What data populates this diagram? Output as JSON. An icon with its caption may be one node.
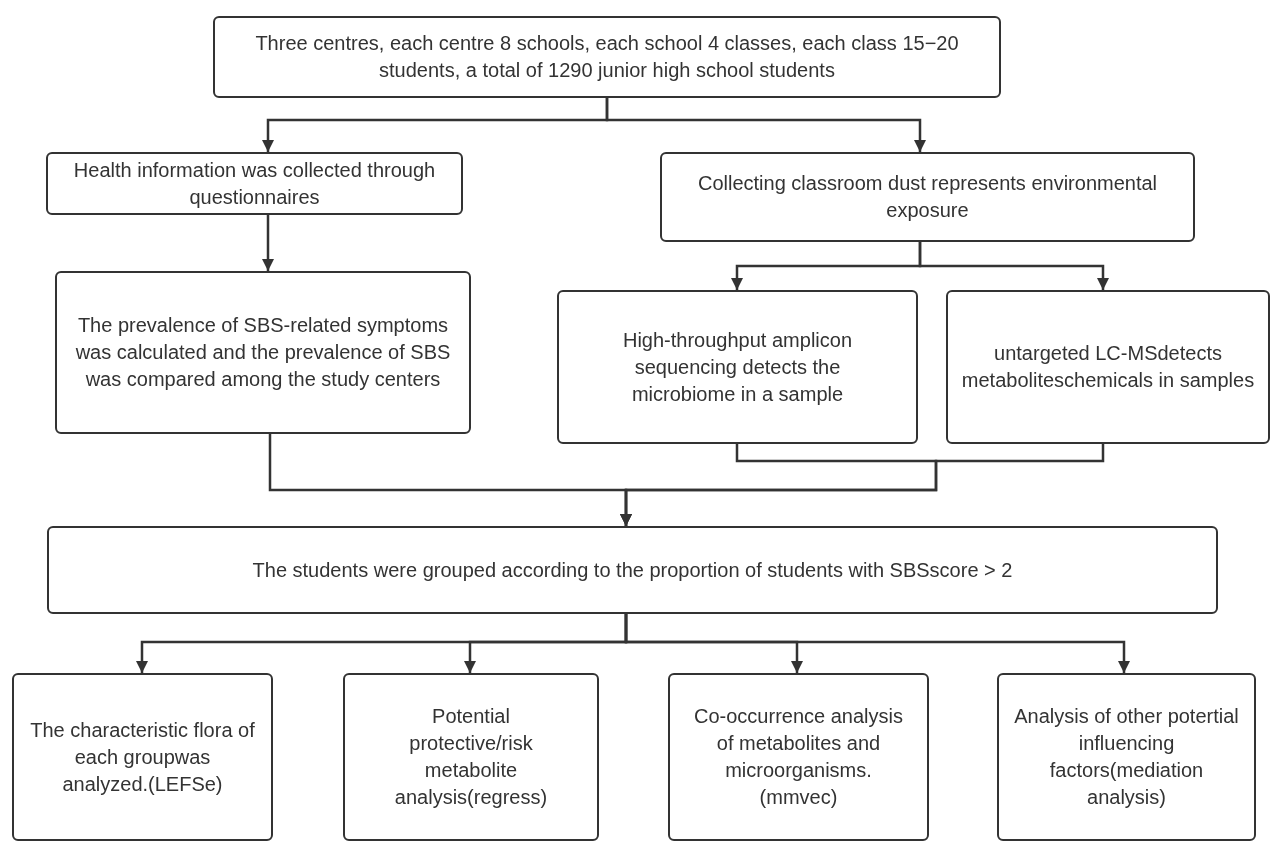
{
  "diagram": {
    "nodes": [
      {
        "text": [
          "Three centres, each centre 8 schools, each school 4 classes, each class 15−20 students, a total of 1290 junior high school students"
        ]
      },
      {
        "text": [
          "Health information was collected through questionnaires"
        ]
      },
      {
        "text": [
          "Collecting classroom dust represents environmental exposure"
        ]
      },
      {
        "text": [
          "The prevalence of SBS-related symptoms was calculated and the prevalence of SBS was compared among the study centers"
        ]
      },
      {
        "text": [
          "High-throughput amplicon sequencing detects the microbiome in a sample"
        ]
      },
      {
        "text": [
          "untargeted LC-MSdetects metaboliteschemicals in samples"
        ]
      },
      {
        "text": [
          "The students were grouped according to the proportion of students with SBSscore > 2"
        ]
      },
      {
        "text": [
          "The characteristic flora of each groupwas analyzed.(LEFSe)"
        ]
      },
      {
        "text": [
          "Potential protective/risk metabolite analysis(regress)"
        ]
      },
      {
        "text": [
          "Co-occurrence analysis of metabolites and microorganisms.(mmvec)"
        ]
      },
      {
        "text": [
          "Analysis of other potertial influencing factors(mediation analysis)"
        ]
      }
    ],
    "edges": [
      {
        "from": 0,
        "to": 1,
        "arrow": "to"
      },
      {
        "from": 0,
        "to": 2,
        "arrow": "to"
      },
      {
        "from": 1,
        "to": 3,
        "arrow": "to"
      },
      {
        "from": 2,
        "to": 4,
        "arrow": "to"
      },
      {
        "from": 2,
        "to": 5,
        "arrow": "to"
      },
      {
        "from": 3,
        "to": 6,
        "arrow": "to"
      },
      {
        "from": 4,
        "to": 6,
        "arrow": "to"
      },
      {
        "from": 5,
        "to": 6,
        "arrow": "to"
      },
      {
        "from": 6,
        "to": 7,
        "arrow": "to"
      },
      {
        "from": 6,
        "to": 8,
        "arrow": "to"
      },
      {
        "from": 6,
        "to": 9,
        "arrow": "to"
      },
      {
        "from": 6,
        "to": 10,
        "arrow": "to"
      }
    ]
  }
}
